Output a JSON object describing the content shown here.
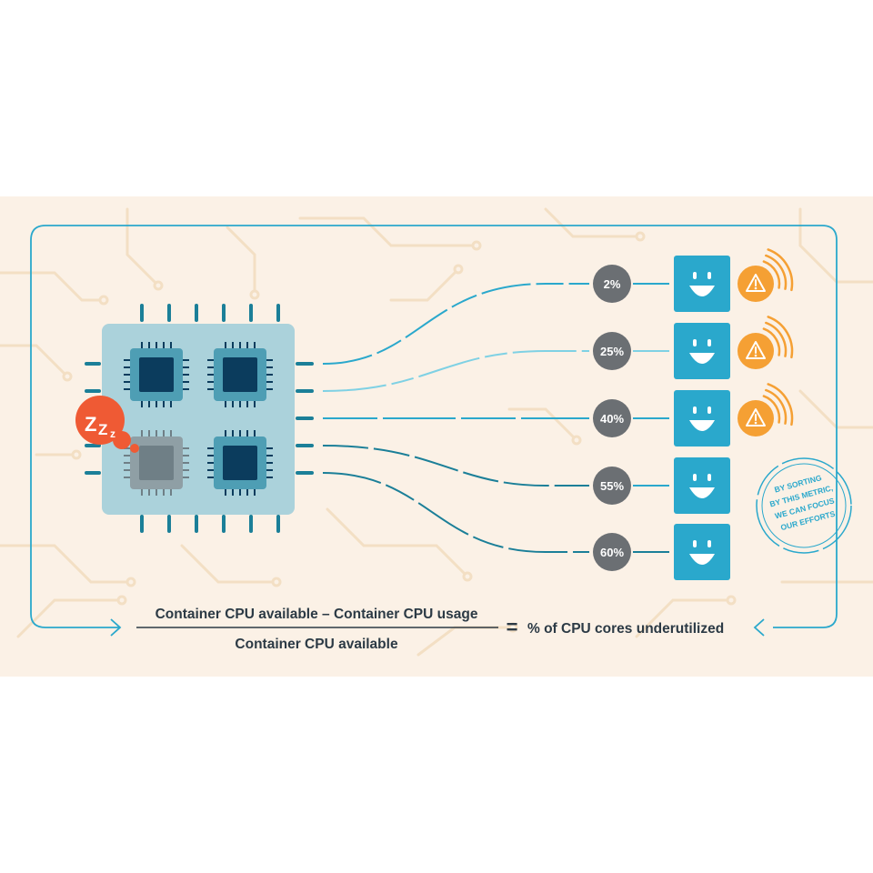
{
  "colors": {
    "panel_bg": "#fbf1e6",
    "circuit_trace": "#f3dfc4",
    "teal": "#2aa8cc",
    "dark_teal": "#1b7f98",
    "light_teal": "#7fd1e4",
    "chip_board": "#abd2db",
    "chip_core": "#4e9eb4",
    "chip_die": "#0b3c5d",
    "idle_core": "#8f9fa5",
    "idle_die": "#6f7f86",
    "sleep_badge": "#ef5a34",
    "percent_badge": "#6b6f73",
    "alert_orange": "#f5a034",
    "text_dark": "#2c3a45"
  },
  "diagram": {
    "idle_indicator": {
      "icon": "zzz-sleep-icon",
      "letters": [
        "Z",
        "Z",
        "z"
      ]
    },
    "containers": [
      {
        "percent": "2%",
        "face_icon": "smiley-face-icon",
        "alert": true,
        "alert_icon": "warning-triangle-icon"
      },
      {
        "percent": "25%",
        "face_icon": "smiley-face-icon",
        "alert": true,
        "alert_icon": "warning-triangle-icon"
      },
      {
        "percent": "40%",
        "face_icon": "smiley-face-icon",
        "alert": true,
        "alert_icon": "warning-triangle-icon"
      },
      {
        "percent": "55%",
        "face_icon": "smiley-face-icon",
        "alert": false
      },
      {
        "percent": "60%",
        "face_icon": "smiley-face-icon",
        "alert": false
      }
    ],
    "stamp_lines": [
      "BY SORTING",
      "BY THIS METRIC,",
      "WE CAN FOCUS",
      "OUR EFFORTS"
    ],
    "formula": {
      "numerator": "Container CPU available – Container CPU usage",
      "denominator": "Container CPU available",
      "equals": "=",
      "result": "% of CPU cores underutilized"
    }
  }
}
